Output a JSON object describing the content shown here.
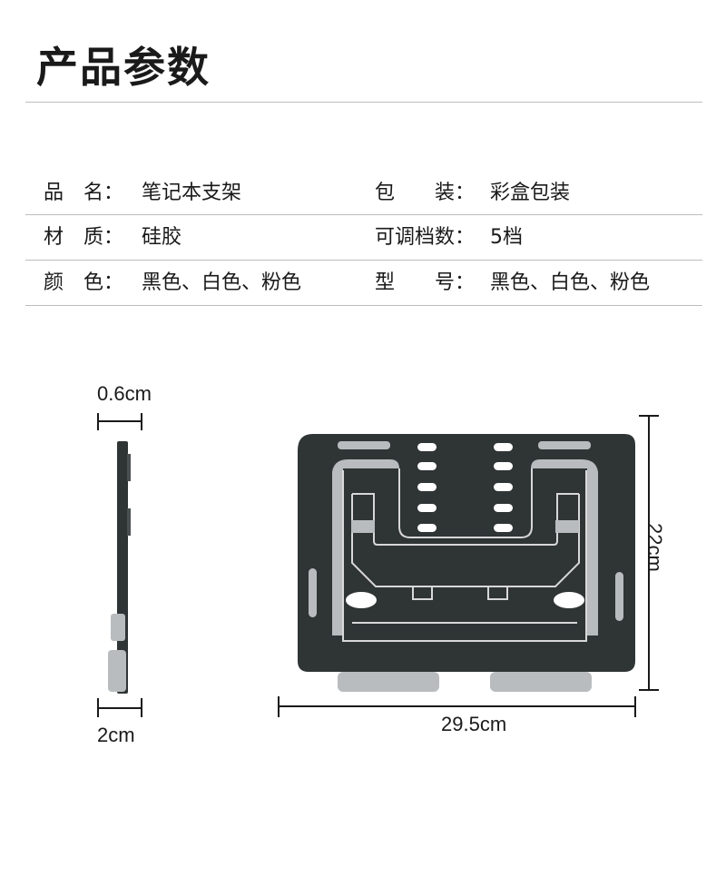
{
  "title": "产品参数",
  "specs": {
    "rows": [
      {
        "left_key": "品　名：",
        "left_value": "笔记本支架",
        "right_key": "包　　装：",
        "right_value": "彩盒包装"
      },
      {
        "left_key": "材　质：",
        "left_value": "硅胶",
        "right_key": "可调档数：",
        "right_value": "5档"
      },
      {
        "left_key": "颜　色：",
        "left_value": "黑色、白色、粉色",
        "right_key": "型　　号：",
        "right_value": "黑色、白色、粉色"
      }
    ]
  },
  "dimensions": {
    "side_thickness": "0.6cm",
    "side_depth": "2cm",
    "front_height": "22cm",
    "front_width": "29.5cm"
  },
  "colors": {
    "product_dark": "#2f3435",
    "product_light": "#b9bcbe",
    "line": "#bdbdbd"
  }
}
